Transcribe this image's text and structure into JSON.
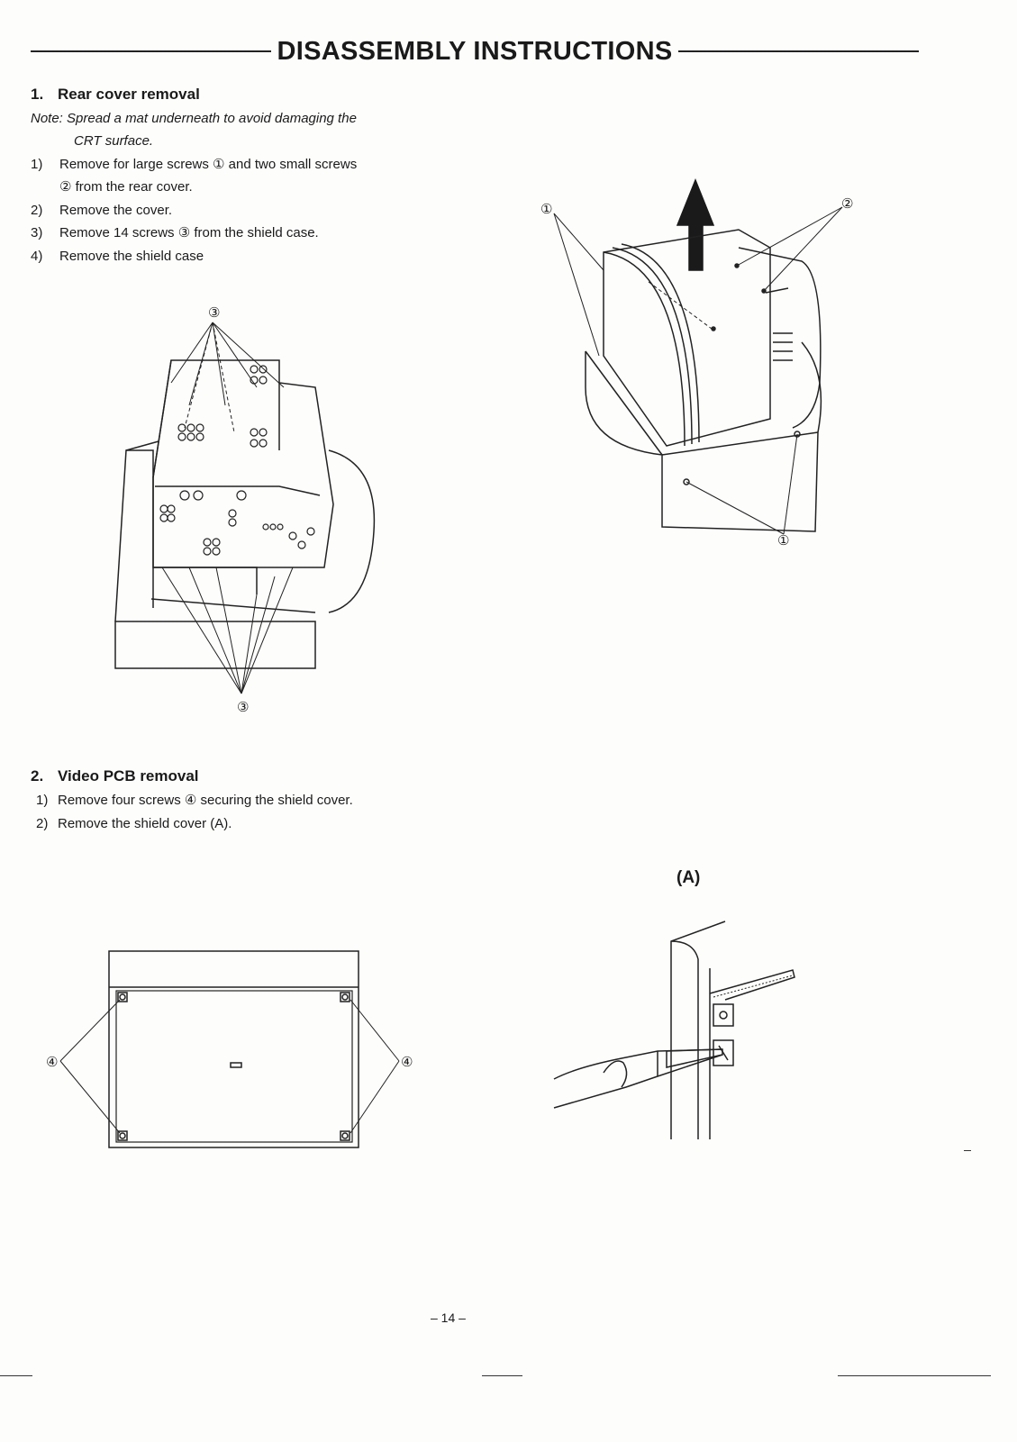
{
  "header": {
    "title": "DISASSEMBLY INSTRUCTIONS"
  },
  "section1": {
    "number": "1.",
    "title": "Rear cover removal",
    "note_line1": "Note: Spread a mat underneath to avoid damaging the",
    "note_line2": "CRT surface.",
    "steps": [
      {
        "num": "1)",
        "text": "Remove for large screws ① and two small screws"
      },
      {
        "num": "",
        "text": "② from the rear cover."
      },
      {
        "num": "2)",
        "text": "Remove the cover."
      },
      {
        "num": "3)",
        "text": "Remove 14 screws ③ from the shield case."
      },
      {
        "num": "4)",
        "text": "Remove the shield case"
      }
    ]
  },
  "section2": {
    "number": "2.",
    "title": "Video PCB removal",
    "steps": [
      {
        "num": "1)",
        "text": "Remove four screws ④ securing the shield cover."
      },
      {
        "num": "2)",
        "text": "Remove the shield cover (A)."
      }
    ]
  },
  "figures": {
    "fig1_label_top": "③",
    "fig1_label_bottom": "③",
    "fig2_label_1a": "①",
    "fig2_label_2": "②",
    "fig2_label_1b": "①",
    "fig3_label_left": "④",
    "fig3_label_right": "④",
    "fig4_caption": "(A)"
  },
  "footer": {
    "page_number": "– 14 –"
  }
}
